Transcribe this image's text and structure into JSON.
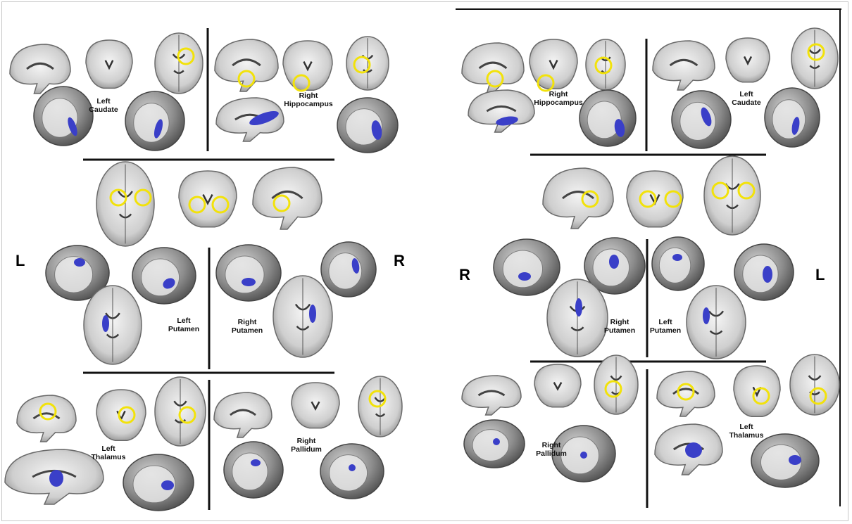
{
  "colors": {
    "roi": "#3a3fc8",
    "marker": "#f2e20a",
    "divider": "#111111"
  },
  "panel_a": {
    "side_left": "L",
    "side_right": "R",
    "labels": {
      "left_caudate": "Left\nCaudate",
      "right_hippocampus": "Right\nHippocampus",
      "left_putamen": "Left\nPutamen",
      "right_putamen": "Right\nPutamen",
      "left_thalamus": "Left\nThalamus",
      "right_pallidum": "Right\nPallidum"
    }
  },
  "panel_b": {
    "side_left": "R",
    "side_right": "L",
    "labels": {
      "right_hippocampus": "Right\nHippocampus",
      "left_caudate": "Left\nCaudate",
      "right_putamen": "Right\nPutamen",
      "left_putamen": "Left\nPutamen",
      "right_pallidum": "Right\nPallidum",
      "left_thalamus": "Left\nThalamus"
    }
  }
}
